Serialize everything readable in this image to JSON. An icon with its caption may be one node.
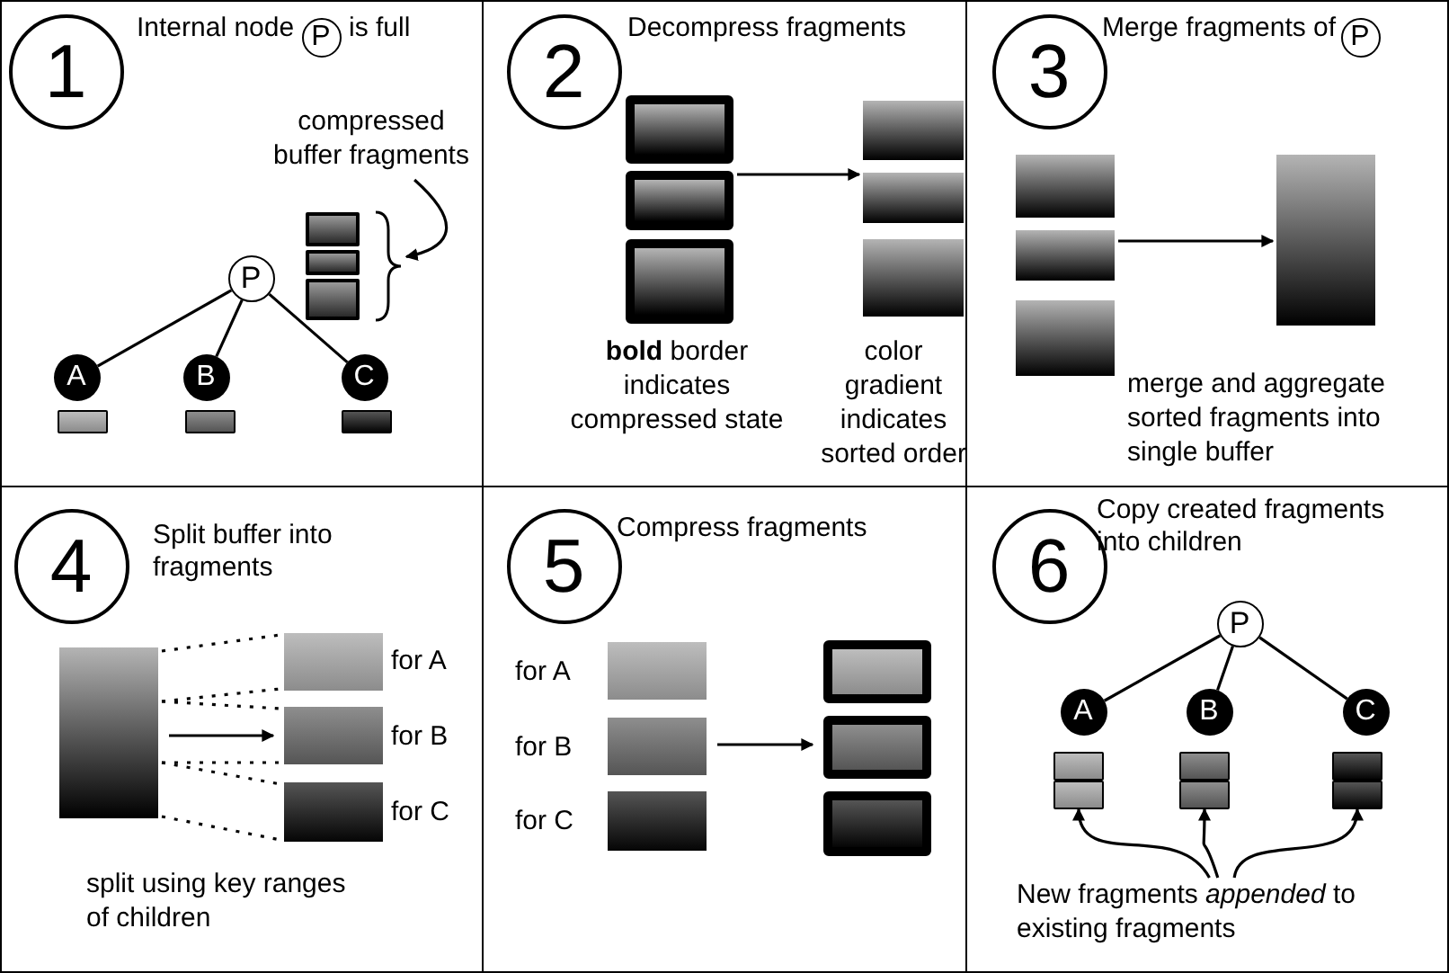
{
  "diagram": {
    "nodes": [
      {
        "text": [
          "Internal node",
          "is full"
        ]
      },
      {
        "text": [
          "1"
        ],
        "in": 0
      },
      {
        "text": [
          "P"
        ],
        "in": 0
      },
      {
        "text": [
          "compressed buffer fragments"
        ],
        "in": 0
      },
      {
        "text": [],
        "shape": "box",
        "in": 0
      },
      {
        "text": [
          "P"
        ],
        "in": 0
      },
      {
        "text": [
          "A"
        ],
        "in": 0
      },
      {
        "text": [
          "B"
        ],
        "in": 0
      },
      {
        "text": [
          "C"
        ],
        "in": 0
      },
      {
        "text": [],
        "shape": "box",
        "in": 0
      },
      {
        "text": [],
        "shape": "box",
        "in": 0
      },
      {
        "text": [],
        "shape": "box",
        "in": 0
      },
      {
        "text": [
          "Decompress fragments"
        ]
      },
      {
        "text": [
          "2"
        ],
        "in": 12
      },
      {
        "text": [],
        "shape": "box",
        "in": 12,
        "beside": [
          "**bold** border indicates compressed state"
        ]
      },
      {
        "text": [],
        "shape": "box",
        "in": 12,
        "beside": [
          "color gradient indicates sorted order"
        ]
      },
      {
        "text": [
          "Merge fragments of"
        ]
      },
      {
        "text": [
          "3"
        ],
        "in": 16
      },
      {
        "text": [
          "P"
        ],
        "in": 16
      },
      {
        "text": [],
        "shape": "box",
        "in": 16
      },
      {
        "text": [],
        "shape": "box",
        "in": 16
      },
      {
        "text": [
          "Split buffer into fragments"
        ]
      },
      {
        "text": [
          "4"
        ],
        "in": 21
      },
      {
        "text": [],
        "shape": "box",
        "in": 21
      },
      {
        "text": [],
        "shape": "box",
        "in": 21,
        "beside": [
          "for A"
        ]
      },
      {
        "text": [],
        "shape": "box",
        "in": 21,
        "beside": [
          "for B"
        ]
      },
      {
        "text": [],
        "shape": "box",
        "in": 21,
        "beside": [
          "for C"
        ]
      },
      {
        "text": [
          "Compress fragments"
        ]
      },
      {
        "text": [
          "5"
        ],
        "in": 27
      },
      {
        "text": [],
        "shape": "box",
        "in": 27,
        "beside": [
          "for A"
        ]
      },
      {
        "text": [],
        "shape": "box",
        "in": 27,
        "beside": [
          "for B"
        ]
      },
      {
        "text": [],
        "shape": "box",
        "in": 27,
        "beside": [
          "for C"
        ]
      },
      {
        "text": [],
        "shape": "box",
        "in": 27
      },
      {
        "text": [
          "Copy created fragments into children"
        ]
      },
      {
        "text": [
          "6"
        ],
        "in": 33
      },
      {
        "text": [
          "P"
        ],
        "in": 33
      },
      {
        "text": [
          "A"
        ],
        "in": 33
      },
      {
        "text": [
          "B"
        ],
        "in": 33
      },
      {
        "text": [
          "C"
        ],
        "in": 33
      },
      {
        "text": [],
        "shape": "box",
        "in": 33
      },
      {
        "text": [],
        "shape": "box",
        "in": 33
      },
      {
        "text": [],
        "shape": "box",
        "in": 33
      },
      {
        "text": [
          "New fragments *appended* to existing fragments"
        ],
        "in": 33
      }
    ],
    "edges": [
      {
        "from": 3,
        "to": 4,
        "arrow": "to"
      },
      {
        "from": 5,
        "to": 6,
        "arrow": "none"
      },
      {
        "from": 5,
        "to": 7,
        "arrow": "none"
      },
      {
        "from": 5,
        "to": 8,
        "arrow": "none"
      },
      {
        "from": 14,
        "to": 15,
        "arrow": "to"
      },
      {
        "from": 19,
        "to": 20,
        "arrow": "to"
      },
      {
        "from": 23,
        "to": 24,
        "arrow": "none",
        "style": "dashed"
      },
      {
        "from": 23,
        "to": 24,
        "arrow": "none",
        "style": "dashed"
      },
      {
        "from": 23,
        "to": 25,
        "arrow": "none",
        "style": "dashed"
      },
      {
        "from": 23,
        "to": 25,
        "arrow": "none",
        "style": "dashed"
      },
      {
        "from": 23,
        "to": 26,
        "arrow": "none",
        "style": "dashed"
      },
      {
        "from": 23,
        "to": 26,
        "arrow": "none",
        "style": "dashed"
      },
      {
        "from": 23,
        "to": 25,
        "arrow": "to"
      },
      {
        "from": 30,
        "to": 32,
        "arrow": "to"
      },
      {
        "from": 35,
        "to": 36,
        "arrow": "none"
      },
      {
        "from": 35,
        "to": 37,
        "arrow": "none"
      },
      {
        "from": 35,
        "to": 38,
        "arrow": "none"
      },
      {
        "from": 42,
        "to": 39,
        "arrow": "to"
      },
      {
        "from": 42,
        "to": 40,
        "arrow": "to"
      },
      {
        "from": 42,
        "to": 41,
        "arrow": "to"
      }
    ],
    "labels": [
      "merge and aggregate sorted fragments into single buffer",
      "split using key ranges of children"
    ]
  }
}
